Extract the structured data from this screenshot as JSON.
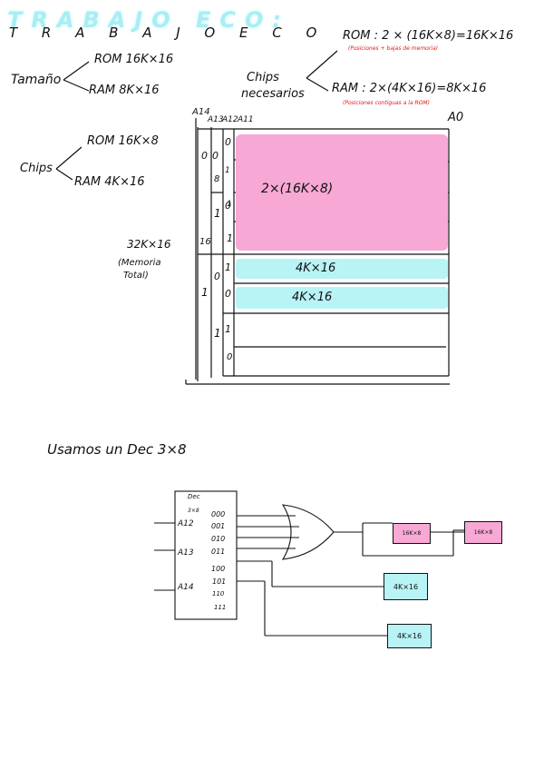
{
  "title": {
    "main": "TRABAJO ECO:",
    "handwritten": "T R A B A J O   E C O"
  },
  "sizes": {
    "label": "Tamaño",
    "rom": "ROM  16K×16",
    "ram": "RAM  8K×16"
  },
  "chips": {
    "label": "Chips",
    "rom": "ROM  16K×8",
    "ram": "RAM     4K×16"
  },
  "needed": {
    "label_line1": "Chips",
    "label_line2": "necesarios",
    "rom": "ROM : 2 × (16K×8)=16K×16",
    "rom_note": "(Posiciones + bajas de memoria)",
    "ram": "RAM : 2×(4K×16)=8K×16",
    "ram_note": "(Posiciones contiguas a la ROM)"
  },
  "total": {
    "value": "32K×16",
    "line1": "(Memoria",
    "line2": "Total)"
  },
  "map": {
    "a14": "A14",
    "a13": "A13",
    "a12": "A12",
    "a11": "A11",
    "a0": "A0",
    "cells": {
      "b00": "0",
      "b01": "0",
      "c1": "0",
      "c2": "1",
      "c3": "0",
      "c4": "1",
      "m8": "8",
      "m16": "16",
      "r1": "1",
      "r2": "1",
      "r3": "1",
      "s1": "0",
      "s2": "1",
      "s3": "0",
      "s4": "1",
      "s5": "0",
      "s6": "1",
      "r4": "1"
    },
    "rom_block": "2×(16K×8)",
    "ram1": "4K×16",
    "ram2": "4K×16"
  },
  "decoder_section": {
    "heading": "Usamos un Dec  3×8",
    "dec_title": "Dec",
    "dec_size": "3×8",
    "inputs": [
      "A12",
      "A13",
      "A14"
    ],
    "outputs": [
      "000",
      "001",
      "010",
      "011",
      "100",
      "101",
      "110",
      "111"
    ],
    "rom_chip_1": "16K×8",
    "rom_chip_2": "16K×8",
    "ram_chip_1": "4K×16",
    "ram_chip_2": "4K×16"
  },
  "colors": {
    "pink": "#f7a8d4",
    "cyan": "#b8f3f6",
    "red_note": "#e01818",
    "title": "#a8eef4"
  }
}
